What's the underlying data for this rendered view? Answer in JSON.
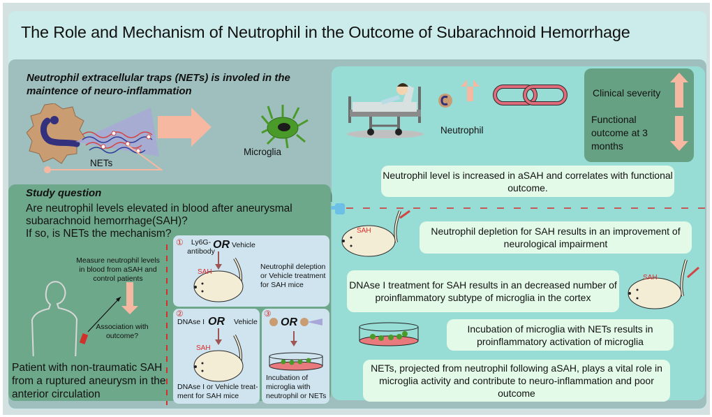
{
  "title": "The Role and Mechanism of Neutrophil in the Outcome of Subarachnoid Hemorrhage",
  "nets_section": {
    "heading": "Neutrophil extracellular traps (NETs) is involed in the maintence of neuro-inflammation",
    "nets_label": "NETs",
    "microglia_label": "Microglia"
  },
  "clinical_section": {
    "neutrophil_label": "Neutrophil",
    "clinical_severity": "Clinical severity",
    "functional_outcome": "Functional outcome at 3 months",
    "conclusion": "Neutrophil level is increased in aSAH and correlates with functional outcome."
  },
  "study_question": {
    "heading": "Study question",
    "question_line1": "Are neutrophil levels elevated in blood after aneurysmal subarachnoid hemorrhage(SAH)?",
    "question_line2": "If so,  is NETs the mechanism?",
    "measure": "Measure neutrophil levels in blood from aSAH and control patients",
    "association": "Association with outcome?",
    "patient": "Patient with non-traumatic SAH from a ruptured aneurysm in the anterior circulation"
  },
  "experiments": [
    {
      "number": "①",
      "option_a": "Ly6G-antibody",
      "or": "OR",
      "option_b": "Vehicle",
      "sah": "SAH",
      "description": "Neutrophil deleption or Vehicle treatment for SAH mice"
    },
    {
      "number": "②",
      "option_a": "DNAse I",
      "or": "OR",
      "option_b": "Vehicle",
      "sah": "SAH",
      "description": "DNAse I or Vehicle treat-ment for SAH mice"
    },
    {
      "number": "③",
      "or": "OR",
      "description": "Incubation of microglia with neutrophil or NETs"
    }
  ],
  "findings": [
    {
      "sah": "SAH",
      "text": "Neutrophil depletion for SAH results in an improvement of neurological impairment"
    },
    {
      "sah": "SAH",
      "text": "DNAse I treatment for SAH results in an decreased number of proinflammatory subtype of microglia in the cortex"
    },
    {
      "text": "Incubation of microglia with NETs results in proinflammatory activation of microglia"
    },
    {
      "text": "NETs,  projected from neutrophil following aSAH, plays a vital role in microglia activity and contribute to neuro-inflammation and poor outcome"
    }
  ],
  "colors": {
    "arrow": "#f7b8a2",
    "accent_red": "#d0312d",
    "dark_green": "#67a183",
    "teal": "#98dcd6",
    "note_bg": "#e3fae8"
  }
}
